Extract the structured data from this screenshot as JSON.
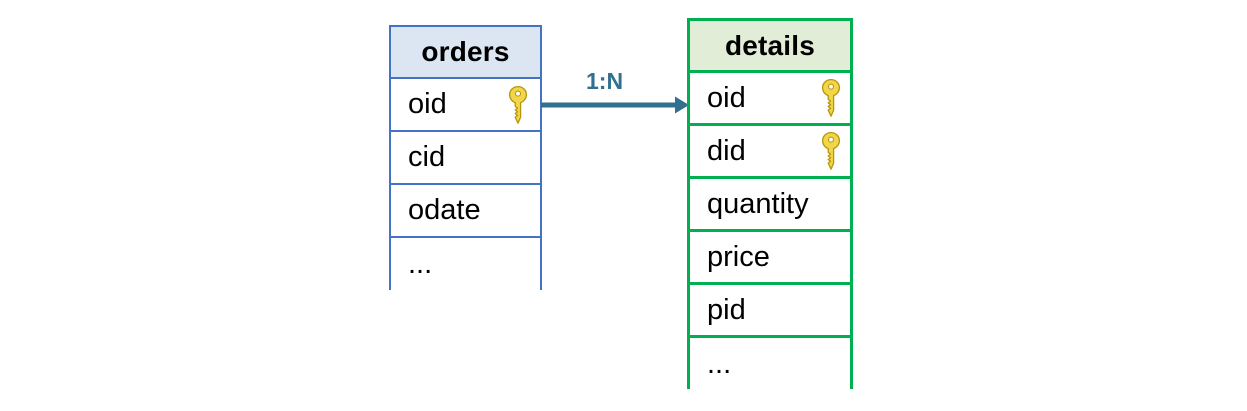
{
  "diagram": {
    "title": "orders-details entity relationship",
    "colors": {
      "orders_border": "#4472C4",
      "orders_header_fill": "#DCE6F2",
      "details_border": "#00B050",
      "details_header_fill": "#E2EDD8",
      "arrow": "#31708E",
      "key_fill": "#F2D649",
      "key_stroke": "#B8960C",
      "text": "#000000",
      "background": "#FFFFFF"
    },
    "entities": [
      {
        "name": "orders",
        "attributes": [
          {
            "label": "oid",
            "key": true,
            "icon": "key-icon"
          },
          {
            "label": "cid",
            "key": false
          },
          {
            "label": "odate",
            "key": false
          },
          {
            "label": "...",
            "key": false
          }
        ]
      },
      {
        "name": "details",
        "attributes": [
          {
            "label": "oid",
            "key": true,
            "icon": "key-icon"
          },
          {
            "label": "did",
            "key": true,
            "icon": "key-icon"
          },
          {
            "label": "quantity",
            "key": false
          },
          {
            "label": "price",
            "key": false
          },
          {
            "label": "pid",
            "key": false
          },
          {
            "label": "...",
            "key": false
          }
        ]
      }
    ],
    "relationship": {
      "label": "1:N",
      "from": "orders.oid",
      "to": "details.oid",
      "direction": "right",
      "style": "solid-arrow"
    }
  }
}
